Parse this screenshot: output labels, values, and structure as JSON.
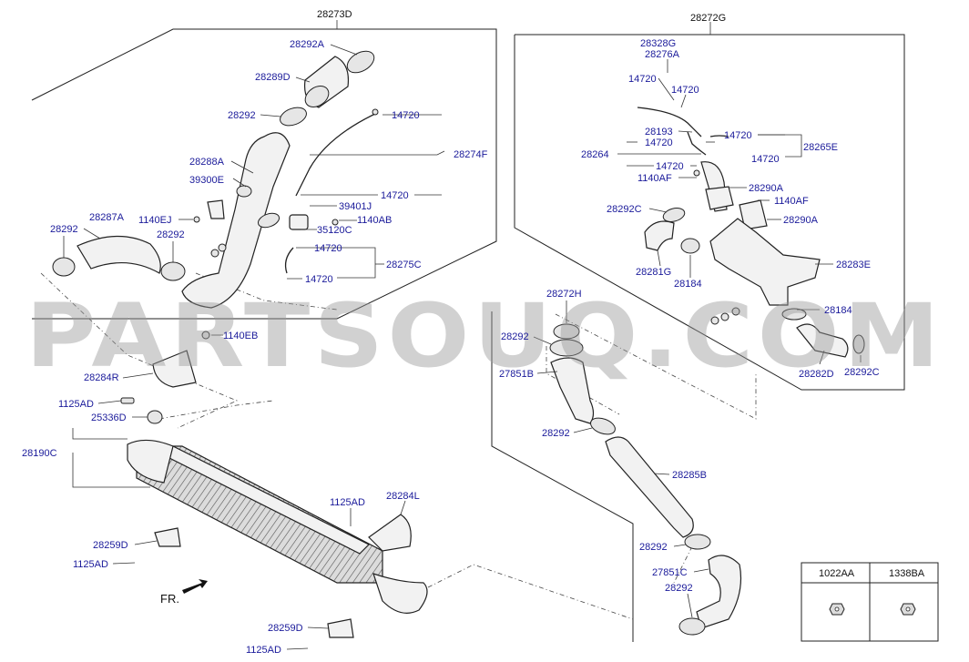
{
  "labels": {
    "l28273D": "28273D",
    "l28292A": "28292A",
    "l28289D": "28289D",
    "l28292_a": "28292",
    "l14720_a": "14720",
    "l28274F": "28274F",
    "l28288A": "28288A",
    "l39300E": "39300E",
    "l1140EJ": "1140EJ",
    "l14720_b": "14720",
    "l39401J": "39401J",
    "l1140AB": "1140AB",
    "l35120C": "35120C",
    "l28287A": "28287A",
    "l28292_b": "28292",
    "l28292_c": "28292",
    "l14720_c": "14720",
    "l28275C": "28275C",
    "l14720_d": "14720",
    "l1140EB": "1140EB",
    "l28284R": "28284R",
    "l1125AD_a": "1125AD",
    "l25336D": "25336D",
    "l28190C": "28190C",
    "l1125AD_b": "1125AD",
    "l28284L": "28284L",
    "l28259D_a": "28259D",
    "l1125AD_c": "1125AD",
    "lFR": "FR.",
    "l28259D_b": "28259D",
    "l1125AD_d": "1125AD",
    "l28272G": "28272G",
    "l28328G": "28328G",
    "l28276A": "28276A",
    "l14720_e": "14720",
    "l14720_f": "14720",
    "l28193": "28193",
    "l14720_g": "14720",
    "l14720_h": "14720",
    "l28265E": "28265E",
    "l28264": "28264",
    "l14720_i": "14720",
    "l14720_j": "14720",
    "l1140AF_a": "1140AF",
    "l28290A_a": "28290A",
    "l1140AF_b": "1140AF",
    "l28292C_a": "28292C",
    "l28290A_b": "28290A",
    "l28281G": "28281G",
    "l28184_a": "28184",
    "l28283E": "28283E",
    "l28272H": "28272H",
    "l28184_b": "28184",
    "l28292_d": "28292",
    "l28282D": "28282D",
    "l28292C_b": "28292C",
    "l27851B": "27851B",
    "l28292_e": "28292",
    "l28285B": "28285B",
    "l28292_f": "28292",
    "l27851C": "27851C",
    "l28292_g": "28292",
    "l1022AA": "1022AA",
    "l1338BA": "1338BA"
  },
  "watermark": "PARTSOUQ.COM"
}
